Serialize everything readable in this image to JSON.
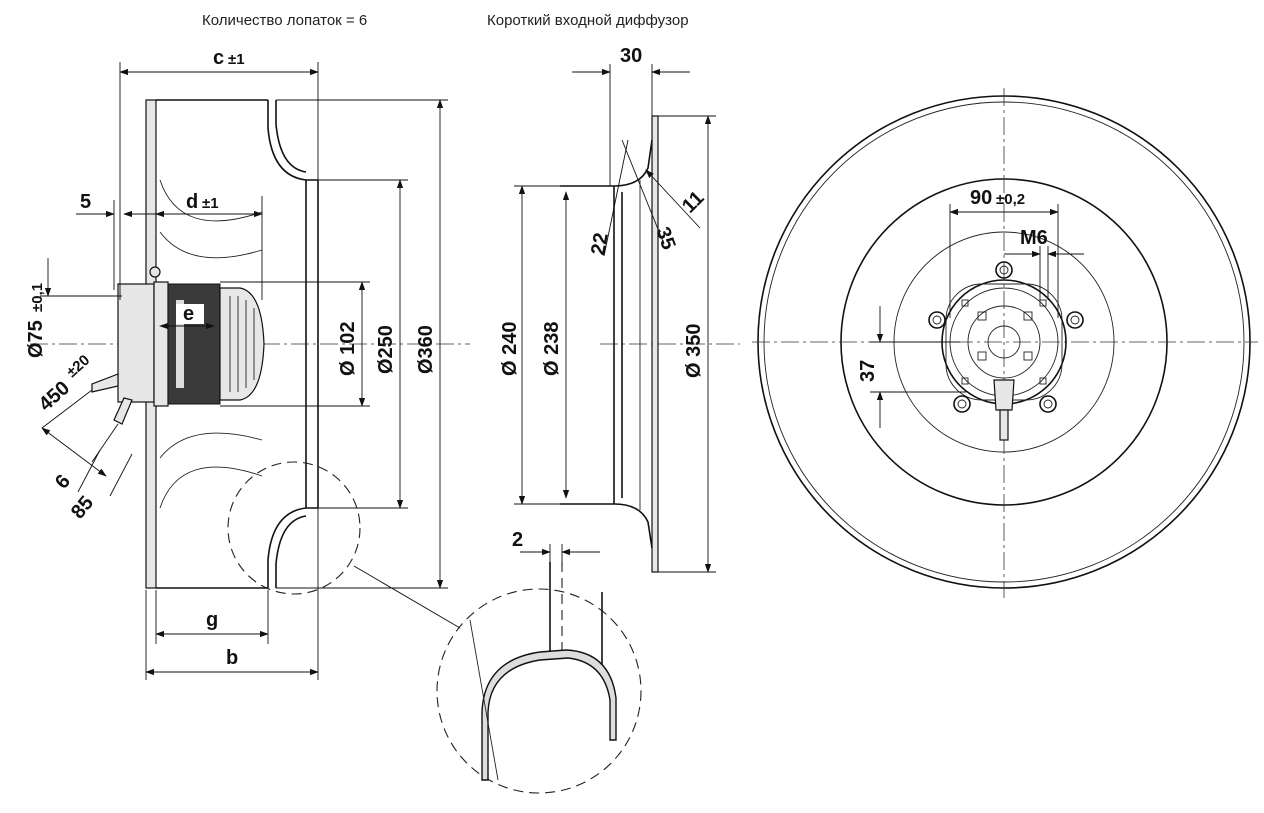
{
  "headers": {
    "blade_count": "Количество лопаток = 6",
    "diffuser": "Короткий входной диффузор"
  },
  "side_view": {
    "c": "c",
    "c_tol": "±1",
    "d": "d",
    "d_tol": "±1",
    "five": "5",
    "e": "e",
    "g": "g",
    "b": "b",
    "d75": "Ø75",
    "d75_tol": "±0,1",
    "cable": "450",
    "cable_tol": "±20",
    "six": "6",
    "eighty_five": "85",
    "d102": "Ø 102",
    "d250": "Ø250",
    "d360": "Ø360"
  },
  "diffuser_view": {
    "thirty": "30",
    "eleven": "11",
    "thirty_five": "35",
    "twenty_two": "22",
    "d240": "Ø 240",
    "d238": "Ø 238",
    "d350": "Ø 350",
    "two": "2"
  },
  "front_view": {
    "ninety": "90",
    "ninety_tol": "±0,2",
    "m6": "M6",
    "thirty_seven": "37"
  }
}
